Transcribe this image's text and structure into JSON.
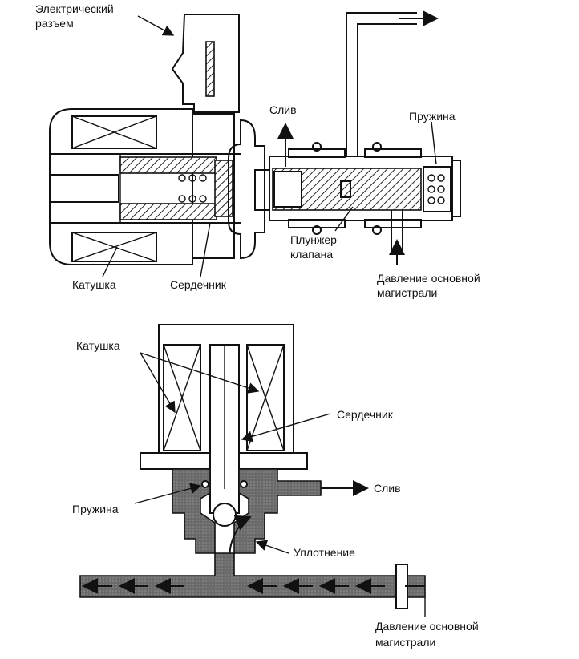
{
  "top_diagram": {
    "connector_label_line1": "Электрический",
    "connector_label_line2": "разъем",
    "drain_label": "Слив",
    "spring_label": "Пружина",
    "plunger_label_line1": "Плунжер",
    "plunger_label_line2": "клапана",
    "coil_label": "Катушка",
    "core_label": "Сердечник",
    "pressure_label_line1": "Давление основной",
    "pressure_label_line2": "магистрали"
  },
  "bottom_diagram": {
    "coil_label": "Катушка",
    "core_label": "Сердечник",
    "drain_label": "Слив",
    "spring_label": "Пружина",
    "seal_label": "Уплотнение",
    "pressure_label_line1": "Давление основной",
    "pressure_label_line2": "магистрали"
  }
}
